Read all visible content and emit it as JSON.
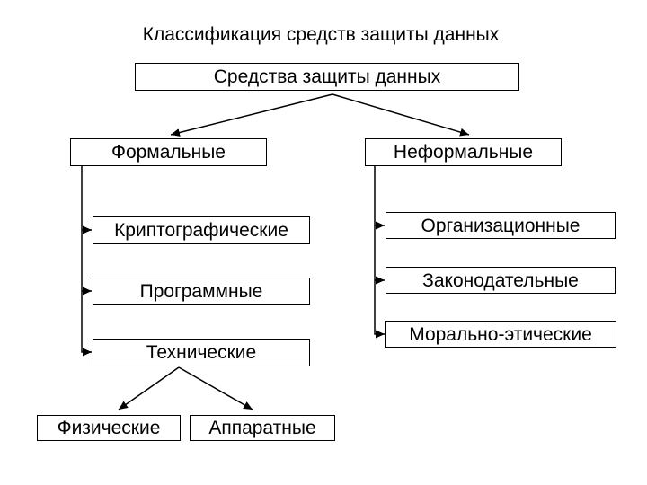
{
  "title": "Классификация средств защиты данных",
  "diagram": {
    "root": {
      "label": "Средства защиты данных"
    },
    "branches": [
      {
        "id": "formal",
        "label": "Формальные",
        "children": [
          {
            "id": "cryptographic",
            "label": "Криптографические"
          },
          {
            "id": "software",
            "label": "Программные"
          },
          {
            "id": "technical",
            "label": "Технические",
            "children": [
              {
                "id": "physical",
                "label": "Физические"
              },
              {
                "id": "hardware",
                "label": "Аппаратные"
              }
            ]
          }
        ]
      },
      {
        "id": "informal",
        "label": "Неформальные",
        "children": [
          {
            "id": "organizational",
            "label": "Организационные"
          },
          {
            "id": "legislative",
            "label": "Законодательные"
          },
          {
            "id": "moral_ethical",
            "label": "Морально-этические"
          }
        ]
      }
    ]
  },
  "colors": {
    "background": "#ffffff",
    "line": "#000000",
    "box_border": "#000000",
    "box_background": "#ffffff",
    "text": "#000000"
  }
}
